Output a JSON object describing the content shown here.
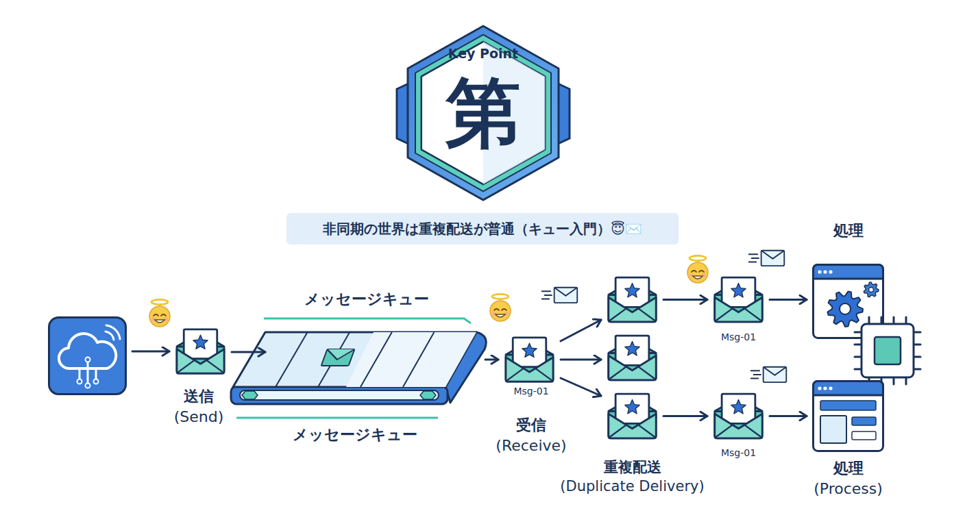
{
  "diagram": {
    "title": "非同期の世界は重複配送が普通（キュー入門）😇✉️",
    "nodes": [
      {
        "text": [
          "Key Point",
          "第"
        ]
      },
      {
        "text": []
      },
      {
        "text": [
          "送信 (Send)"
        ]
      },
      {
        "text": [
          "メッセージキュー",
          "メッセージキュー"
        ]
      },
      {
        "text": [
          "Msg-01",
          "受信 (Receive)"
        ]
      },
      {
        "text": []
      },
      {
        "text": []
      },
      {
        "text": [
          "重複配送 (Duplicate Delivery)"
        ]
      },
      {
        "text": [
          "Msg-01"
        ]
      },
      {
        "text": [
          "Msg-01"
        ]
      },
      {
        "text": [
          "処理"
        ]
      },
      {
        "text": [
          "処理 (Process)"
        ]
      }
    ],
    "edges": [
      {
        "from": 1,
        "to": 2,
        "arrow": "to"
      },
      {
        "from": 2,
        "to": 3,
        "arrow": "to"
      },
      {
        "from": 3,
        "to": 4,
        "arrow": "to"
      },
      {
        "from": 4,
        "to": 5,
        "arrow": "to"
      },
      {
        "from": 4,
        "to": 6,
        "arrow": "to"
      },
      {
        "from": 4,
        "to": 7,
        "arrow": "to"
      },
      {
        "from": 5,
        "to": 8,
        "arrow": "to"
      },
      {
        "from": 7,
        "to": 9,
        "arrow": "to"
      },
      {
        "from": 8,
        "to": 10,
        "arrow": "to"
      },
      {
        "from": 9,
        "to": 11,
        "arrow": "to"
      }
    ]
  }
}
